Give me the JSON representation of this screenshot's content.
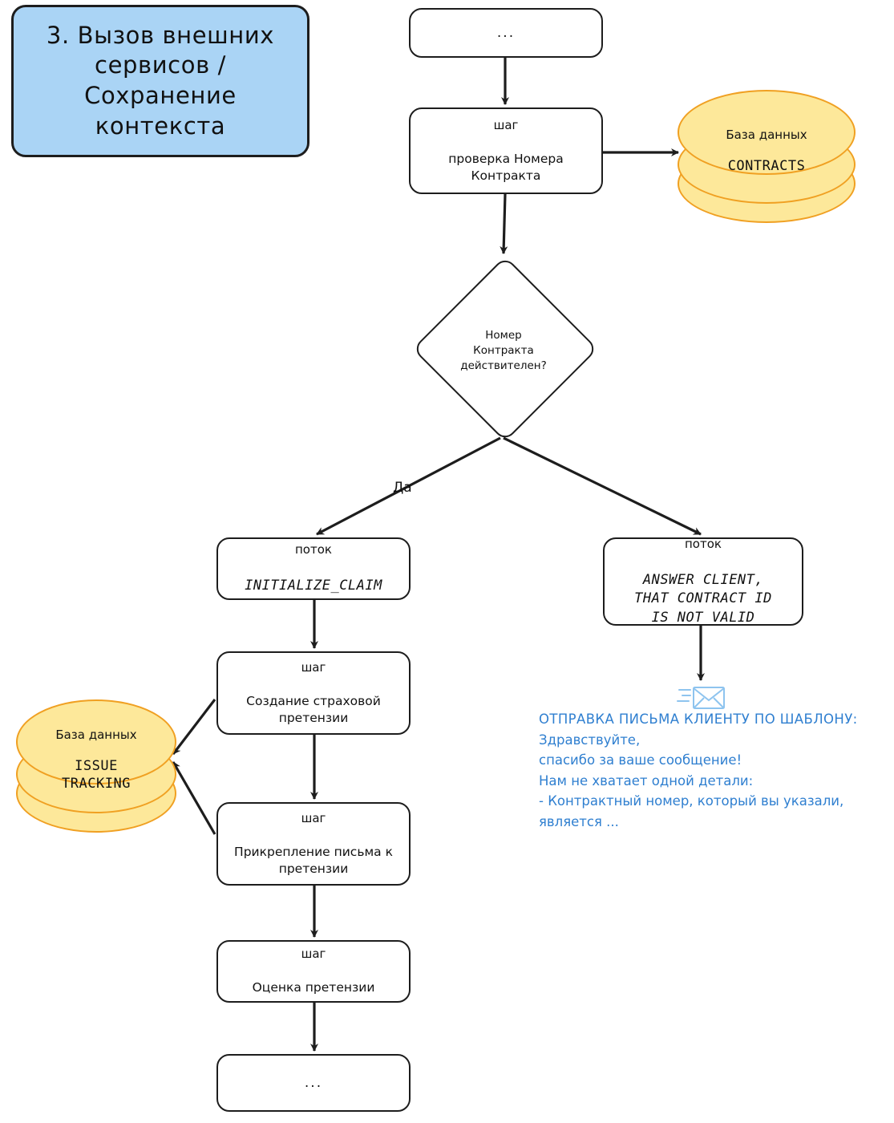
{
  "title_box": {
    "text": "3. Вызов внешних\nсервисов /\nСохранение\nконтекста",
    "fill_color": "#aad4f5",
    "border_color": "#1d1d1d"
  },
  "colors": {
    "ink": "#1d1d1d",
    "db_fill": "#fde89a",
    "db_stroke": "#f0a022",
    "accent_blue": "#2f7fd0",
    "title_blue": "#aad4f5"
  },
  "nodes": {
    "top_ellipsis": {
      "text": "..."
    },
    "check_contract": {
      "keyword": "шаг",
      "body": "проверка Номера\nКонтракта"
    },
    "decision": {
      "text": "Номер\nКонтракта\nдействителен?"
    },
    "flow_initialize": {
      "keyword": "поток",
      "body": "INITIALIZE_CLAIM"
    },
    "flow_answer": {
      "keyword": "поток",
      "body": "ANSWER CLIENT,\nTHAT CONTRACT ID\nIS NOT VALID"
    },
    "step_create": {
      "keyword": "шаг",
      "body": "Создание страховой\nпретензии"
    },
    "step_attach": {
      "keyword": "шаг",
      "body": "Прикрепление письма к\nпретензии"
    },
    "step_assess": {
      "keyword": "шаг",
      "body": "Оценка претензии"
    },
    "bottom_ellipsis": {
      "text": "..."
    }
  },
  "databases": {
    "contracts": {
      "label": "База данных",
      "name": "CONTRACTS"
    },
    "issue_tracking": {
      "label": "База данных",
      "name": "ISSUE\nTRACKING"
    }
  },
  "edge_labels": {
    "yes": "Да"
  },
  "email": {
    "icon": "envelope-icon",
    "header": "ОТПРАВКА ПИСЬМА КЛИЕНТУ ПО ШАБЛОНУ:",
    "lines": [
      "Здравствуйте,",
      "спасибо за ваше сообщение!",
      "Нам не хватает одной детали:",
      "- Контрактный номер, который вы указали,",
      "является ..."
    ]
  }
}
